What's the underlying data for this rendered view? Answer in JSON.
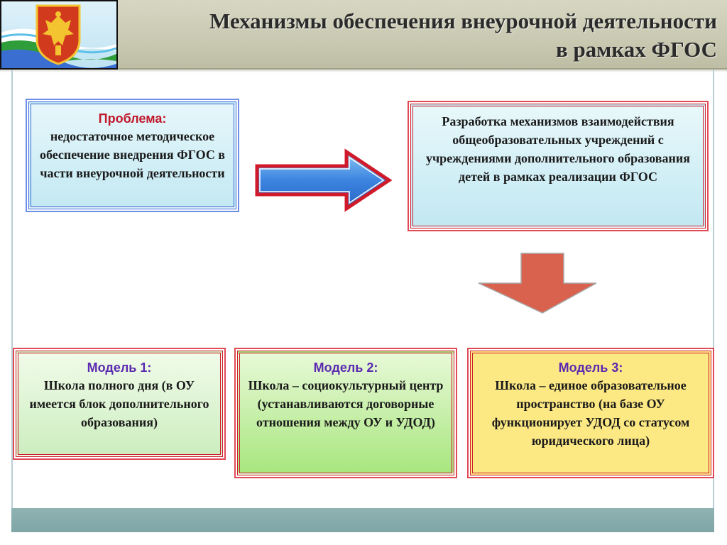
{
  "slide": {
    "title": "Механизмы  обеспечения внеурочной деятельности\nв рамках ФГОС"
  },
  "logo": {
    "icon": "coat-of-arms-icon"
  },
  "problem": {
    "label": "Проблема:",
    "text": "недостаточное методическое обеспечение внедрения ФГОС в части внеурочной деятельности",
    "label_color": "#c0182a"
  },
  "goal": {
    "text": "Разработка механизмов взаимодействия общеобразовательных учреждений с учреждениями дополнительного образования детей в рамках реализации ФГОС"
  },
  "models": [
    {
      "label": "Модель 1:",
      "text": "Школа полного дня (в ОУ имеется блок дополнительного образования)"
    },
    {
      "label": "Модель 2:",
      "text": "Школа – социокультурный центр (устанавливаются договорные отношения между ОУ и УДОД)"
    },
    {
      "label": "Модель 3:",
      "text": "Школа – единое образовательное пространство (на базе ОУ функционирует УДОД со статусом юридического лица)"
    }
  ],
  "colors": {
    "model_label": "#5b2ab0",
    "arrow_blue": "#3b84e0",
    "arrow_red_border": "#d01a2a",
    "arrow_down": "#d9624e"
  }
}
